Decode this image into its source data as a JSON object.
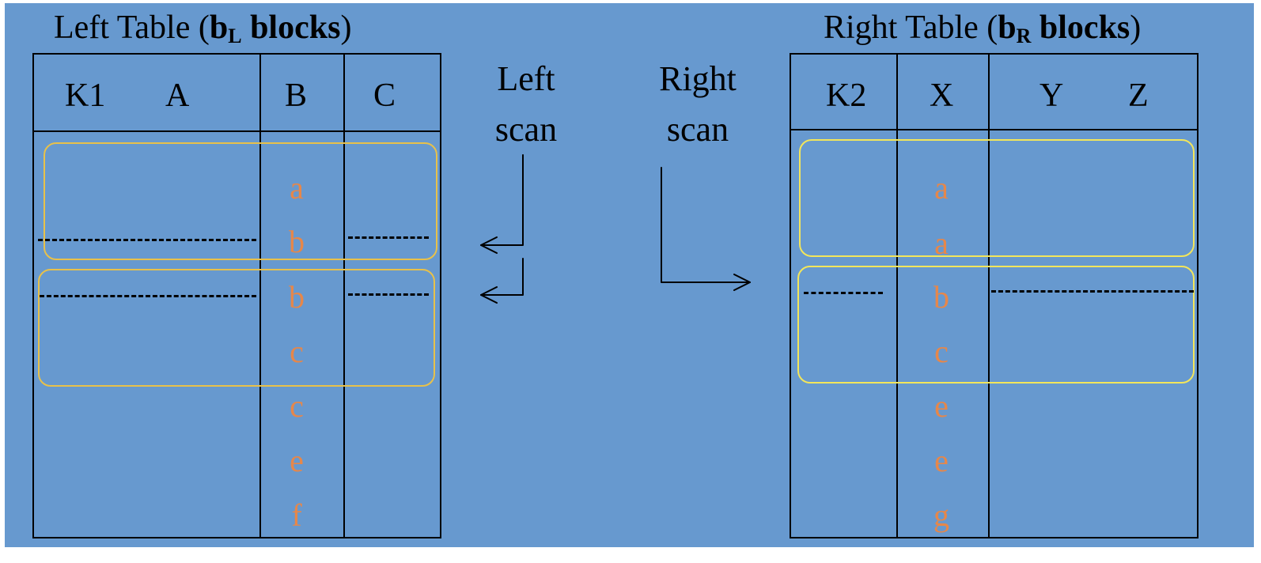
{
  "left_table": {
    "title_main": "Left Table (",
    "title_b": "b",
    "title_sub": "L",
    "title_rest": " blocks",
    "title_close": ")",
    "headers": {
      "k1": "K1",
      "a": "A",
      "b": "B",
      "c": "C"
    },
    "keys": [
      "a",
      "b",
      "b",
      "c",
      "c",
      "e",
      "f"
    ]
  },
  "right_table": {
    "title_main": "Right Table (",
    "title_b": "b",
    "title_sub": "R",
    "title_rest": " blocks",
    "title_close": ")",
    "headers": {
      "k2": "K2",
      "x": "X",
      "y": "Y",
      "z": "Z"
    },
    "keys": [
      "a",
      "a",
      "b",
      "c",
      "e",
      "e",
      "g"
    ]
  },
  "left_scan": {
    "line1": "Left",
    "line2": "scan"
  },
  "right_scan": {
    "line1": "Right",
    "line2": "scan"
  },
  "colors": {
    "background": "#6799cf",
    "key_text": "#e6874a",
    "left_group_border": "#e8c14a",
    "right_group_border": "#f3e65a",
    "lines": "#000000"
  }
}
